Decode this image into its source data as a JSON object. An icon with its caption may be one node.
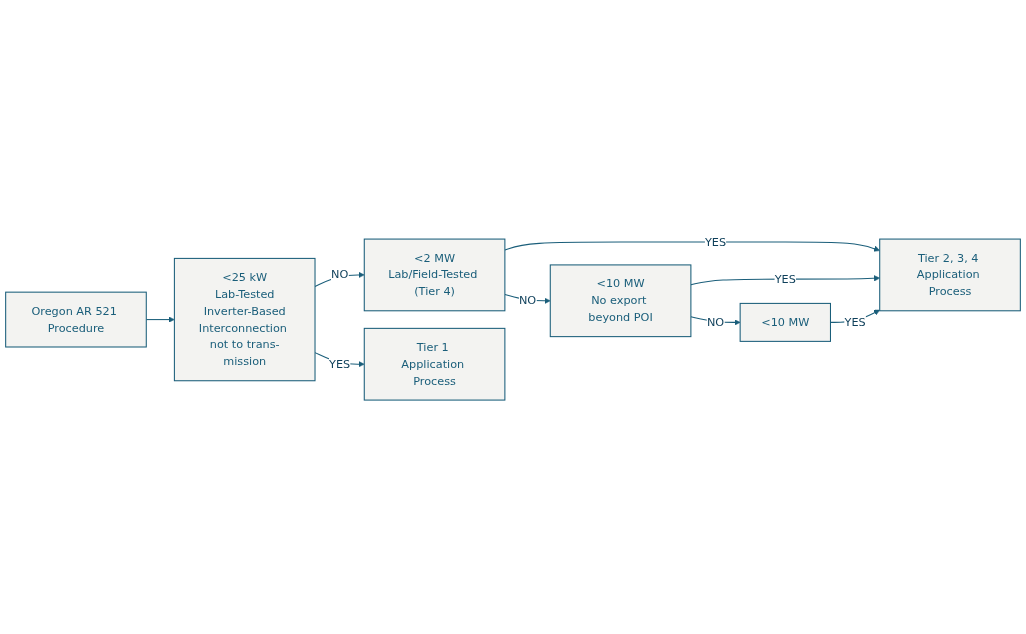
{
  "diagram": {
    "nodes": [
      {
        "text": [
          "Oregon AR 521 Procedure"
        ]
      },
      {
        "text": [
          "<25 kW",
          "Lab-Tested",
          "Inverter-Based",
          "Interconnection not to trans-mission"
        ]
      },
      {
        "text": [
          "<2 MW",
          "Lab/Field-Tested (Tier 4)"
        ]
      },
      {
        "text": [
          "<10 MW",
          "No export beyond POI"
        ]
      },
      {
        "text": [
          "<10 MW"
        ]
      },
      {
        "text": [
          "Tier 1 Application Process"
        ]
      },
      {
        "text": [
          "Tier 2, 3, 4 Application Process"
        ]
      }
    ],
    "edges": [
      {
        "from": 0,
        "to": 1,
        "arrow": "to"
      },
      {
        "from": 1,
        "to": 2,
        "arrow": "to",
        "label": "NO"
      },
      {
        "from": 2,
        "to": 3,
        "arrow": "to",
        "label": "NO"
      },
      {
        "from": 3,
        "to": 4,
        "arrow": "to",
        "label": "NO"
      },
      {
        "from": 1,
        "to": 5,
        "arrow": "to",
        "label": "YES"
      },
      {
        "from": 2,
        "to": 6,
        "arrow": "to",
        "label": "YES"
      },
      {
        "from": 3,
        "to": 6,
        "arrow": "to",
        "label": "YES"
      },
      {
        "from": 4,
        "to": 6,
        "arrow": "to",
        "label": "YES"
      }
    ]
  }
}
